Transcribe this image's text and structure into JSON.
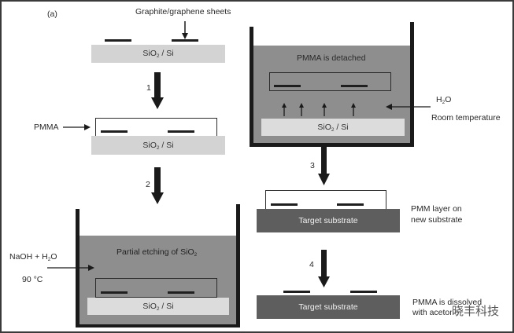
{
  "figure_label": "(a)",
  "labels": {
    "graphite_sheets": "Graphite/graphene sheets",
    "pmma": "PMMA",
    "naoh_prefix": "NaOH + H",
    "naoh_sub": "2",
    "naoh_suffix": "O",
    "temp_90": "90 °C",
    "h2o_prefix": "H",
    "h2o_sub": "2",
    "h2o_suffix": "O",
    "room_temp": "Room temperature",
    "pmm_layer_line1": "PMM layer on",
    "pmm_layer_line2": "new substrate",
    "dissolved_line1": "PMMA is dissolved",
    "dissolved_line2": "with acetone"
  },
  "substrate": {
    "sio2_prefix": "SiO",
    "sio2_sub": "2",
    "sio2_suffix": " / Si",
    "target": "Target substrate"
  },
  "beakers": {
    "etching_prefix": "Partial etching of SiO",
    "etching_sub": "2",
    "detached": "PMMA is detached"
  },
  "steps": [
    "1",
    "2",
    "3",
    "4"
  ],
  "watermark": "晓丰科技",
  "colors": {
    "substrate": "#d3d3d3",
    "target_substrate": "#5e5e5e",
    "liquid": "#8e8e8e",
    "ink": "#1a1a1a"
  }
}
